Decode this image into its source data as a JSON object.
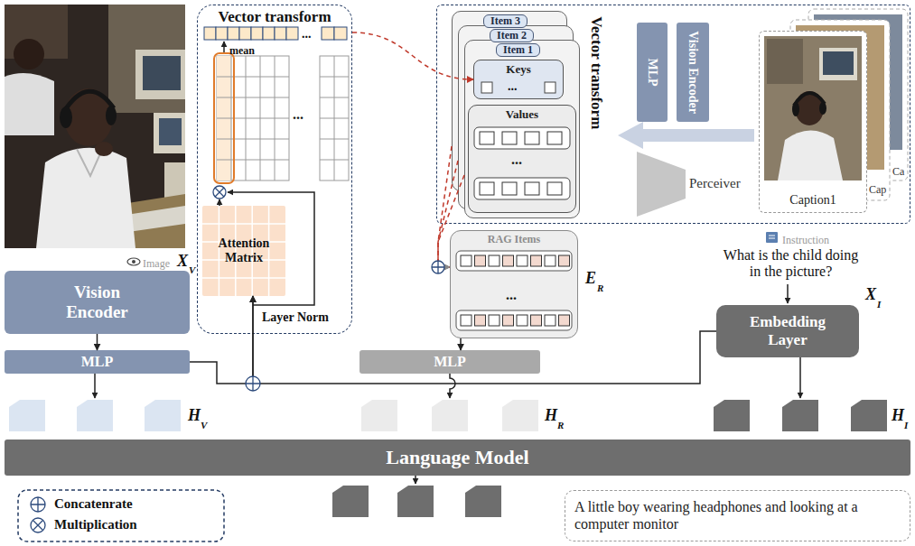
{
  "diagram": {
    "nodes": [
      {
        "text": [
          "Vector transform"
        ]
      },
      {
        "text": [
          "Attention Matrix"
        ],
        "in": 0
      },
      {
        "text": [
          "Vector transform"
        ]
      },
      {
        "text": [
          "Item 3"
        ],
        "in": 2
      },
      {
        "text": [
          "Item 2"
        ],
        "in": 2
      },
      {
        "text": [
          "Item 1"
        ],
        "in": 2
      },
      {
        "text": [
          "Keys"
        ],
        "in": 5
      },
      {
        "text": [
          "Values"
        ],
        "in": 5
      },
      {
        "text": [
          "MLP"
        ],
        "in": 2
      },
      {
        "text": [
          "Vision Encoder"
        ],
        "in": 2
      },
      {
        "text": [
          "Perceiver"
        ],
        "in": 2
      },
      {
        "text": [
          "Caption1"
        ],
        "in": 2
      },
      {
        "text": [
          "Vision Encoder"
        ]
      },
      {
        "text": [
          "MLP"
        ]
      },
      {
        "text": [
          "RAG Items"
        ]
      },
      {
        "text": [
          "MLP"
        ]
      },
      {
        "text": [
          "Embedding Layer"
        ]
      },
      {
        "text": [
          "Language Model"
        ]
      },
      {
        "text": [
          "A little boy wearing headphones and looking at a computer monitor"
        ]
      }
    ],
    "edges": [
      {
        "from": 12,
        "to": 13,
        "arrow": "to"
      },
      {
        "from": 13,
        "to": 1,
        "arrow": "to"
      },
      {
        "from": 16,
        "to": 1,
        "arrow": "to"
      },
      {
        "from": 0,
        "to": 6,
        "arrow": "to"
      },
      {
        "from": 3,
        "to": 14,
        "arrow": "to"
      },
      {
        "from": 4,
        "to": 14,
        "arrow": "to"
      },
      {
        "from": 5,
        "to": 14,
        "arrow": "to"
      },
      {
        "from": 14,
        "to": 15,
        "arrow": "to"
      }
    ],
    "labels": [
      "Image",
      "X",
      "V",
      "mean",
      "...",
      "...",
      "Layer Norm",
      "...",
      "...",
      "Cap",
      "Ca",
      "E",
      "R",
      "...",
      "Instruction",
      "What is the child doing in the picture?",
      "X",
      "I",
      "H",
      "V",
      "H",
      "R",
      "H",
      "I"
    ],
    "legend": [
      {
        "text": "Concatenrate"
      },
      {
        "text": "Multiplication"
      }
    ]
  }
}
